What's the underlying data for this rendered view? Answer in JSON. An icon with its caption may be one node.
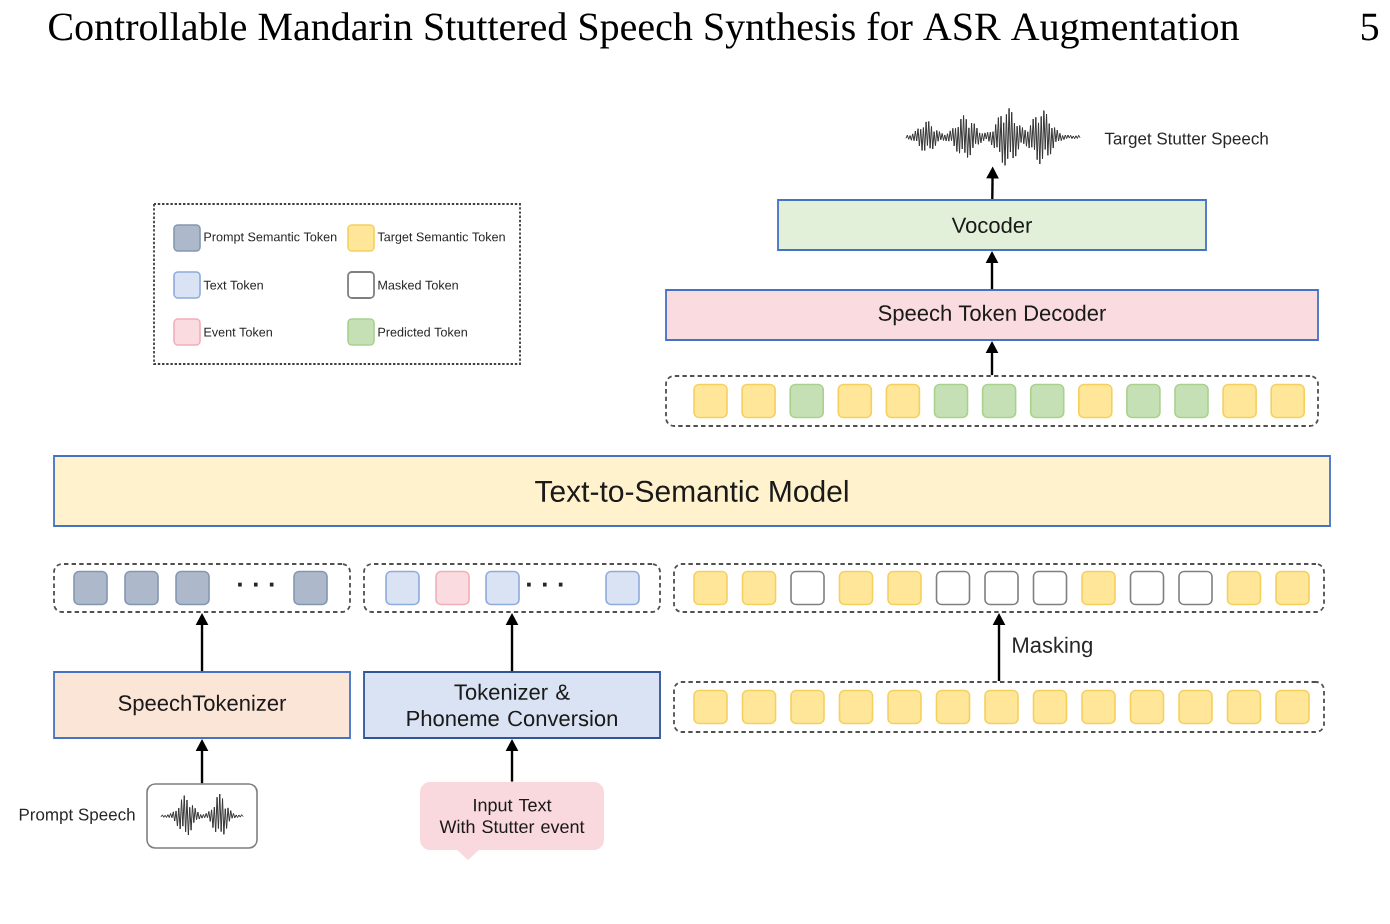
{
  "diagram": {
    "nodes": [
      {
        "text": [],
        "shape": "picture",
        "beside": [
          "Target Stutter Speech"
        ]
      },
      {
        "text": [
          "Vocoder"
        ]
      },
      {
        "text": [
          "Speech Token Decoder"
        ]
      },
      {
        "text": [],
        "shape": "box"
      },
      {
        "text": [
          "Text-to-Semantic Model"
        ]
      },
      {
        "text": [],
        "shape": "box"
      },
      {
        "text": [],
        "shape": "box"
      },
      {
        "text": [],
        "shape": "box"
      },
      {
        "text": [
          "SpeechTokenizer"
        ]
      },
      {
        "text": [
          "Tokenizer & Phoneme Conversion"
        ]
      },
      {
        "text": [],
        "shape": "box"
      },
      {
        "text": [],
        "shape": "picture",
        "beside": [
          "Prompt Speech"
        ]
      },
      {
        "text": [
          "Input Text With Stutter event"
        ]
      }
    ],
    "edges": [
      {
        "from": 1,
        "to": 0,
        "arrow": "to"
      },
      {
        "from": 2,
        "to": 1,
        "arrow": "to"
      },
      {
        "from": 3,
        "to": 2,
        "arrow": "to"
      },
      {
        "from": 8,
        "to": 5,
        "arrow": "to"
      },
      {
        "from": 9,
        "to": 6,
        "arrow": "to"
      },
      {
        "from": 10,
        "to": 7,
        "arrow": "to",
        "label": "Masking"
      },
      {
        "from": 11,
        "to": 8,
        "arrow": "to"
      },
      {
        "from": 12,
        "to": 9,
        "arrow": "to"
      }
    ],
    "labels": [
      "Controllable Mandarin Stuttered Speech Synthesis for ASR Augmentation",
      "5",
      "· · ·",
      "· · ·"
    ],
    "legend": [
      {
        "text": "Prompt Semantic Token",
        "color": "#adb9ca"
      },
      {
        "text": "Target Semantic Token",
        "color": "#ffe699"
      },
      {
        "text": "Text Token",
        "color": "#dae3f3"
      },
      {
        "text": "Masked Token"
      },
      {
        "text": "Event Token",
        "color": "#fadbe0"
      },
      {
        "text": "Predicted Token",
        "color": "#c5e0b4"
      }
    ]
  }
}
